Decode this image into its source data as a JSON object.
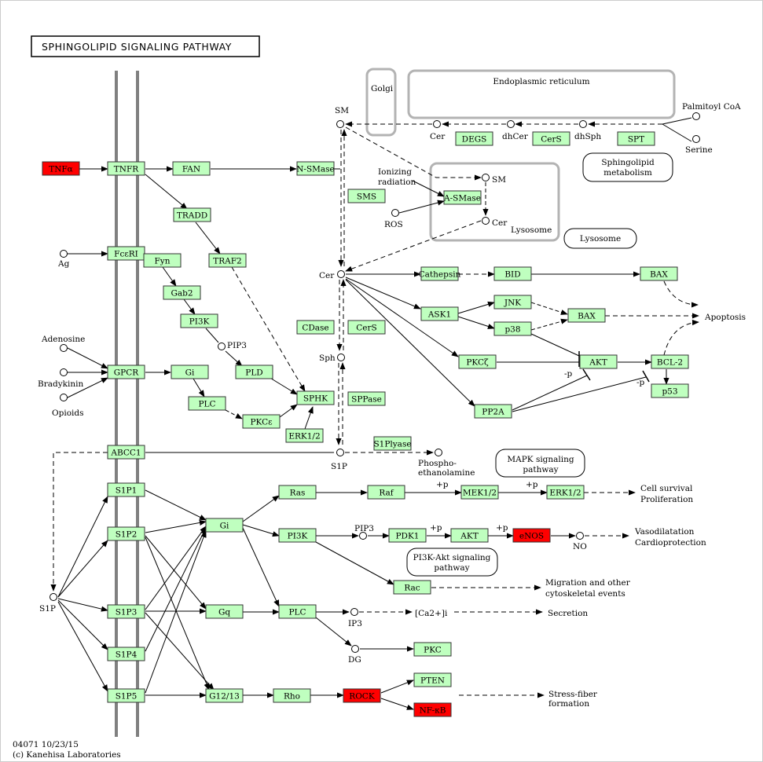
{
  "title": "SPHINGOLIPID  SIGNALING  PATHWAY",
  "footer": {
    "code": "04071 10/23/15",
    "copyright": "(c) Kanehisa Laboratories"
  },
  "colors": {
    "gene": "#bfffbf",
    "highlight": "#ff0000",
    "compartment": "#b3b3b3",
    "membrane": "#808080"
  },
  "compartments": {
    "golgi": "Golgi",
    "er": "Endoplasmic reticulum",
    "lysosome": "Lysosome"
  },
  "genes": {
    "tnfa": "TNFα",
    "tnfr": "TNFR",
    "fan": "FAN",
    "nsmase": "N-SMase",
    "tradd": "TRADD",
    "traf2": "TRAF2",
    "fceri": "FcεRI",
    "fyn": "Fyn",
    "gab2": "Gab2",
    "pi3k_a": "PI3K",
    "gpcr": "GPCR",
    "gi_a": "Gi",
    "pld": "PLD",
    "plc_a": "PLC",
    "pkce": "PKCε",
    "sphk": "SPHK",
    "erk12_a": "ERK1/2",
    "abcc1": "ABCC1",
    "s1p1": "S1P1",
    "s1p2": "S1P2",
    "s1p3": "S1P3",
    "s1p4": "S1P4",
    "s1p5": "S1P5",
    "gi_b": "Gi",
    "gq": "Gq",
    "g1213": "G12/13",
    "ras": "Ras",
    "raf": "Raf",
    "mek12": "MEK1/2",
    "erk12_b": "ERK1/2",
    "pi3k_b": "PI3K",
    "pdk1": "PDK1",
    "akt_b": "AKT",
    "enos": "eNOS",
    "rac": "Rac",
    "plc_b": "PLC",
    "pkc": "PKC",
    "rho": "Rho",
    "rock": "ROCK",
    "pten": "PTEN",
    "nfkb": "NF-κB",
    "degs": "DEGS",
    "cers_a": "CerS",
    "spt": "SPT",
    "sms": "SMS",
    "asmase": "A-SMase",
    "cdase": "CDase",
    "cers_b": "CerS",
    "sppase": "SPPase",
    "s1plyase": "S1Plyase",
    "cathepsin": "Cathepsin",
    "bid": "BID",
    "bax_a": "BAX",
    "ask1": "ASK1",
    "jnk": "JNK",
    "p38": "p38",
    "bax_b": "BAX",
    "pkcz": "PKCζ",
    "akt_a": "AKT",
    "bcl2": "BCL-2",
    "p53": "p53",
    "pp2a": "PP2A"
  },
  "labels": {
    "sm_top": "SM",
    "cer_top": "Cer",
    "dhcer": "dhCer",
    "dhsph": "dhSph",
    "palmitoyl": "Palmitoyl CoA",
    "serine": "Serine",
    "sm_lys": "SM",
    "cer_lys": "Cer",
    "ionizing1": "Ionizing",
    "ionizing2": "radiation",
    "ros": "ROS",
    "lysosome_in": "Lysosome",
    "cer_main": "Cer",
    "sph": "Sph",
    "s1p_main": "S1P",
    "s1p_left": "S1P",
    "ag": "Ag",
    "adenosine": "Adenosine",
    "bradykinin": "Bradykinin",
    "opioids": "Opioids",
    "pip3_a": "PIP3",
    "pip3_b": "PIP3",
    "phospho1": "Phospho-",
    "phospho2": "ethanolamine",
    "apoptosis": "Apoptosis",
    "p_a": "-p",
    "p_b": "-p",
    "plusp_a": "+p",
    "plusp_b": "+p",
    "plusp_c": "+p",
    "plusp_d": "+p",
    "cell_survival": "Cell survival",
    "proliferation": "Proliferation",
    "vasodil": "Vasodilatation",
    "cardio": "Cardioprotection",
    "no": "NO",
    "migration1": "Migration and other",
    "migration2": "cytoskeletal events",
    "ip3": "IP3",
    "ca": "[Ca2+]i",
    "secretion": "Secretion",
    "dg": "DG",
    "stress1": "Stress-fiber",
    "stress2": "formation"
  },
  "maps": {
    "sphingo1": "Sphingolipid",
    "sphingo2": "metabolism",
    "lysosome_map": "Lysosome",
    "mapk1": "MAPK signaling",
    "mapk2": "pathway",
    "pi3k1": "PI3K-Akt signaling",
    "pi3k2": "pathway"
  }
}
